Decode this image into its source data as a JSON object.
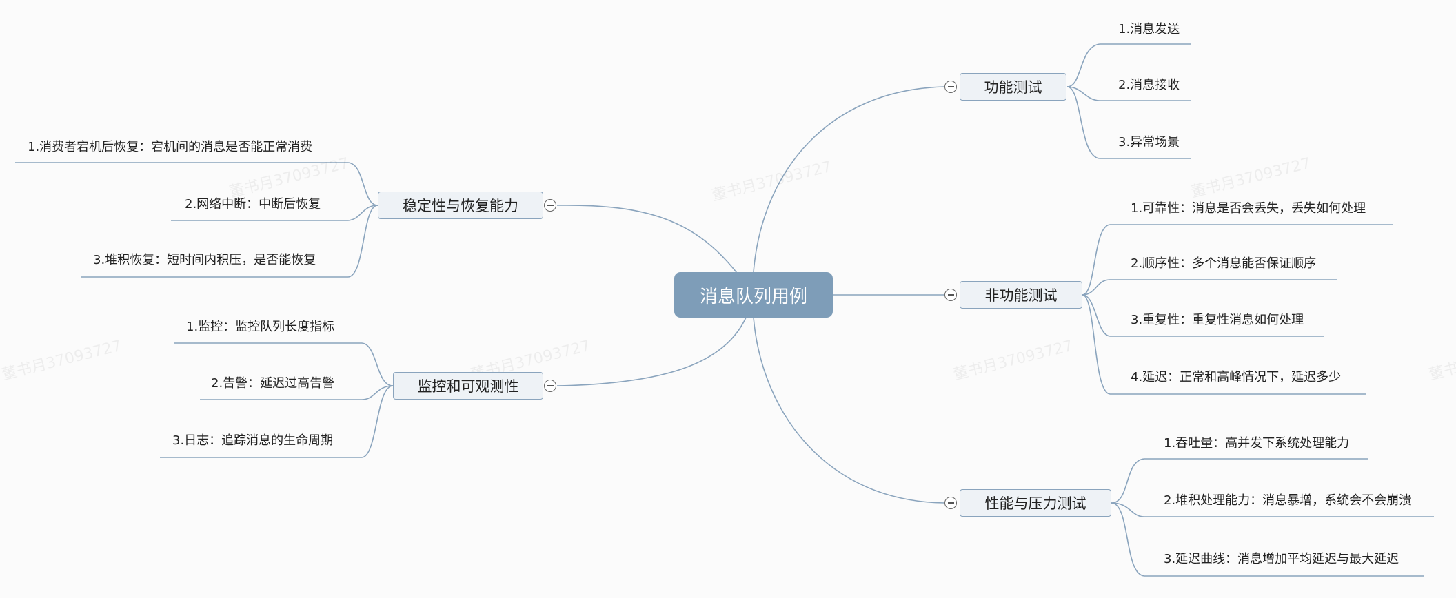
{
  "root": {
    "label": "消息队列用例"
  },
  "watermark": "董书月37093727",
  "colors": {
    "root_fill": "#7e9db8",
    "line": "#8aa4bd",
    "branch_fill": "#eef2f6",
    "background": "#fbfbfb"
  },
  "branches": [
    {
      "label": "功能测试",
      "items": [
        "1.消息发送",
        "2.消息接收",
        "3.异常场景"
      ]
    },
    {
      "label": "非功能测试",
      "items": [
        "1.可靠性：消息是否会丢失，丢失如何处理",
        "2.顺序性：多个消息能否保证顺序",
        "3.重复性：重复性消息如何处理",
        "4.延迟：正常和高峰情况下，延迟多少"
      ]
    },
    {
      "label": "性能与压力测试",
      "items": [
        "1.吞吐量：高并发下系统处理能力",
        "2.堆积处理能力：消息暴增，系统会不会崩溃",
        "3.延迟曲线：消息增加平均延迟与最大延迟"
      ]
    },
    {
      "label": "稳定性与恢复能力",
      "items": [
        "1.消费者宕机后恢复：宕机间的消息是否能正常消费",
        "2.网络中断：中断后恢复",
        "3.堆积恢复：短时间内积压，是否能恢复"
      ]
    },
    {
      "label": "监控和可观测性",
      "items": [
        "1.监控：监控队列长度指标",
        "2.告警：延迟过高告警",
        "3.日志：追踪消息的生命周期"
      ]
    }
  ]
}
